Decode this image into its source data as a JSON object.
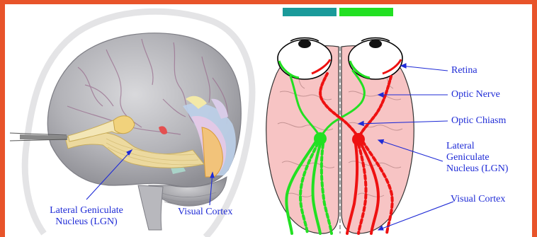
{
  "labels": {
    "left_lgn_line1": "Lateral Geniculate",
    "left_lgn_line2": "Nucleus  (LGN)",
    "left_visual_cortex": "Visual Cortex",
    "retina": "Retina",
    "optic_nerve": "Optic Nerve",
    "optic_chiasm": "Optic Chiasm",
    "right_lgn_line1": "Lateral",
    "right_lgn_line2": "Geniculate",
    "right_lgn_line3": "Nucleus  (LGN)",
    "right_visual_cortex": "Visual Cortex"
  },
  "colors": {
    "frame": "#e8542a",
    "label_text": "#1f2bd6",
    "left_visual_field": "#1a9a9a",
    "right_visual_field": "#22e022",
    "green_pathway": "#22e022",
    "red_pathway": "#ee1111",
    "brain_fill": "#f7c4c4"
  }
}
